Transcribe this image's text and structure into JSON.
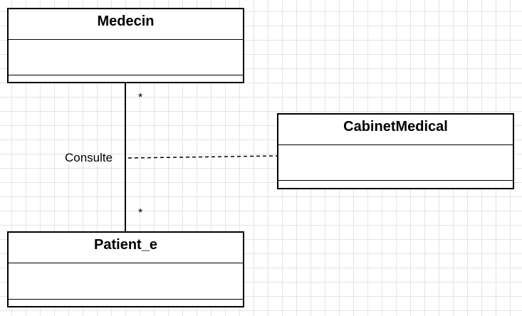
{
  "diagram": {
    "classes": {
      "medecin": {
        "name": "Medecin"
      },
      "cabinet_medical": {
        "name": "CabinetMedical"
      },
      "patient": {
        "name": "Patient_e"
      }
    },
    "association": {
      "name": "Consulte",
      "multiplicity_top": "*",
      "multiplicity_bottom": "*",
      "association_class": "CabinetMedical"
    }
  }
}
